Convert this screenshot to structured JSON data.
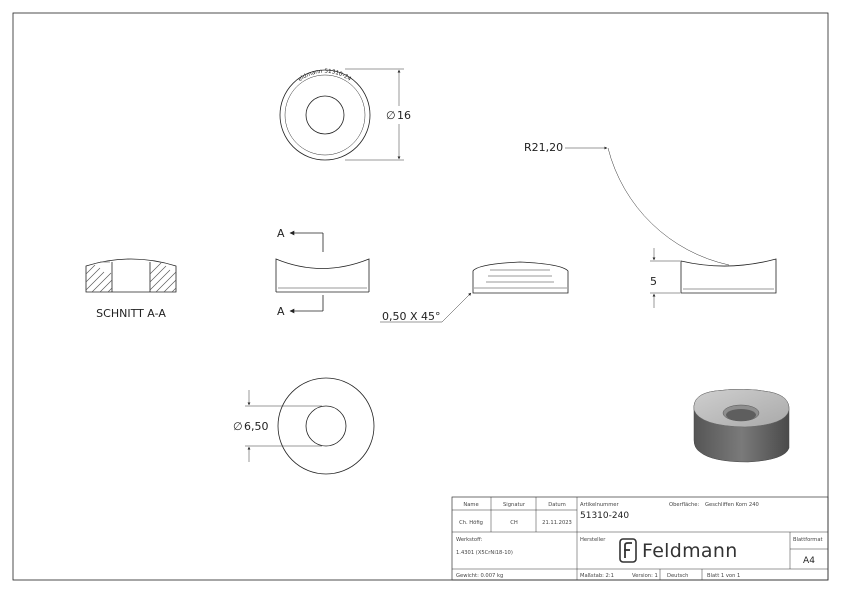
{
  "drawing": {
    "engraving": "Feldmann 51310-240",
    "diameter_outer": "16",
    "diameter_inner": "6,50",
    "radius_label": "R21,20",
    "height_label": "5",
    "chamfer_label": "0,50 X 45°",
    "section_marker_a": "A",
    "section_label": "SCHNITT A-A",
    "diameter_symbol": "∅"
  },
  "title_block": {
    "name_header": "Name",
    "signature_header": "Signatur",
    "date_header": "Datum",
    "name_value": "Ch. Höfig",
    "signature_value": "CH",
    "date_value": "21.11.2023",
    "material_label": "Werkstoff:",
    "material_value": "1.4301 (X5CrNi18-10)",
    "weight_text": "Gewicht: 0.007 kg",
    "article_label": "Artikelnummer",
    "article_number": "51310-240",
    "surface_label": "Oberfläche:",
    "surface_value": "Geschliffen Korn 240",
    "manufacturer_label": "Hersteller",
    "logo_text": "Feldmann",
    "sheet_format_label": "Blattformat",
    "sheet_format_value": "A4",
    "scale_text": "Maßstab: 2:1",
    "version_text": "Version: 1",
    "language_text": "Deutsch",
    "sheet_text": "Blatt 1 von 1"
  },
  "colors": {
    "line": "#222222",
    "iso_top": "#bdbdbd",
    "iso_side": "#6e6e6e",
    "iso_hole": "#9a9a9a"
  }
}
